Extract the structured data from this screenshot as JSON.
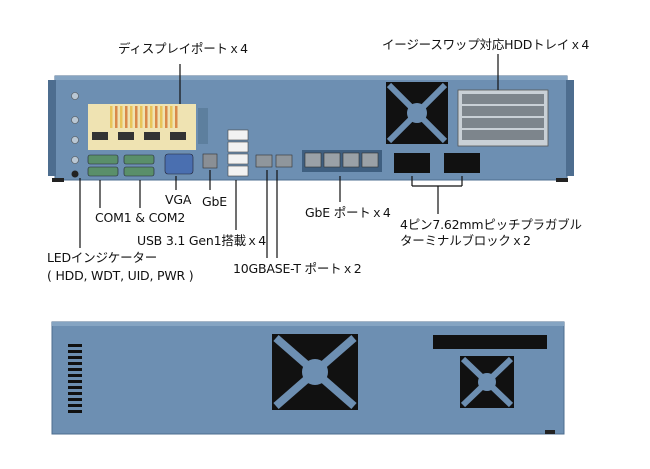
{
  "labels": {
    "display_ports": "ディスプレイポートｘ4",
    "hotswap_trays": "イージースワップ対応HDDトレイｘ4",
    "vga": "VGA",
    "gbe_single": "GbE",
    "com_ports": "COM1 & COM2",
    "usb": "USB 3.1 Gen1搭載ｘ4",
    "gbe_ports": "GbE ポートｘ4",
    "terminal_block_line1": "4ピン7.62mmピッチプラガブル",
    "terminal_block_line2": "ターミナルブロックｘ2",
    "led_line1": "LEDインジケーター",
    "led_line2": "( HDD, WDT, UID, PWR )",
    "tengbase": "10GBASE-T ポートｘ2"
  },
  "colors": {
    "chassis": "#6d8fb2",
    "chassis_dark": "#4d6d8f",
    "fan_black": "#111111",
    "connector_green": "#5a8f6a",
    "gpu_yellow": "#e8c45a"
  }
}
